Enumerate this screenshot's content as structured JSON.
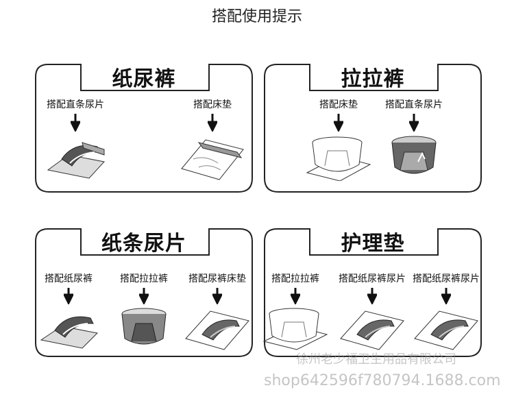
{
  "page_title": "搭配使用提示",
  "panels": [
    {
      "heading": "纸尿裤",
      "items": [
        {
          "label": "搭配直条尿片",
          "icon": "diaper-liner-icon"
        },
        {
          "label": "搭配床垫",
          "icon": "bed-pad-icon"
        }
      ]
    },
    {
      "heading": "拉拉裤",
      "items": [
        {
          "label": "搭配床垫",
          "icon": "pullup-on-pad-icon"
        },
        {
          "label": "搭配直条尿片",
          "icon": "pullup-liner-icon"
        }
      ]
    },
    {
      "heading": "纸条尿片",
      "items": [
        {
          "label": "搭配纸尿裤",
          "icon": "diaper-liner-icon"
        },
        {
          "label": "搭配拉拉裤",
          "icon": "pullup-liner-icon"
        },
        {
          "label": "搭配尿裤床垫",
          "icon": "diaper-on-pad-icon"
        }
      ]
    },
    {
      "heading": "护理垫",
      "items": [
        {
          "label": "搭配拉拉裤",
          "icon": "pullup-on-pad-icon"
        },
        {
          "label": "搭配纸尿裤尿片",
          "icon": "diaper-on-pad-icon"
        },
        {
          "label": "搭配纸尿裤尿片",
          "icon": "diaper-on-pad-icon"
        }
      ]
    }
  ],
  "watermark": {
    "company": "徐州老少福卫生用品有限公司",
    "shop": "shop642596f780794.1688.com"
  }
}
